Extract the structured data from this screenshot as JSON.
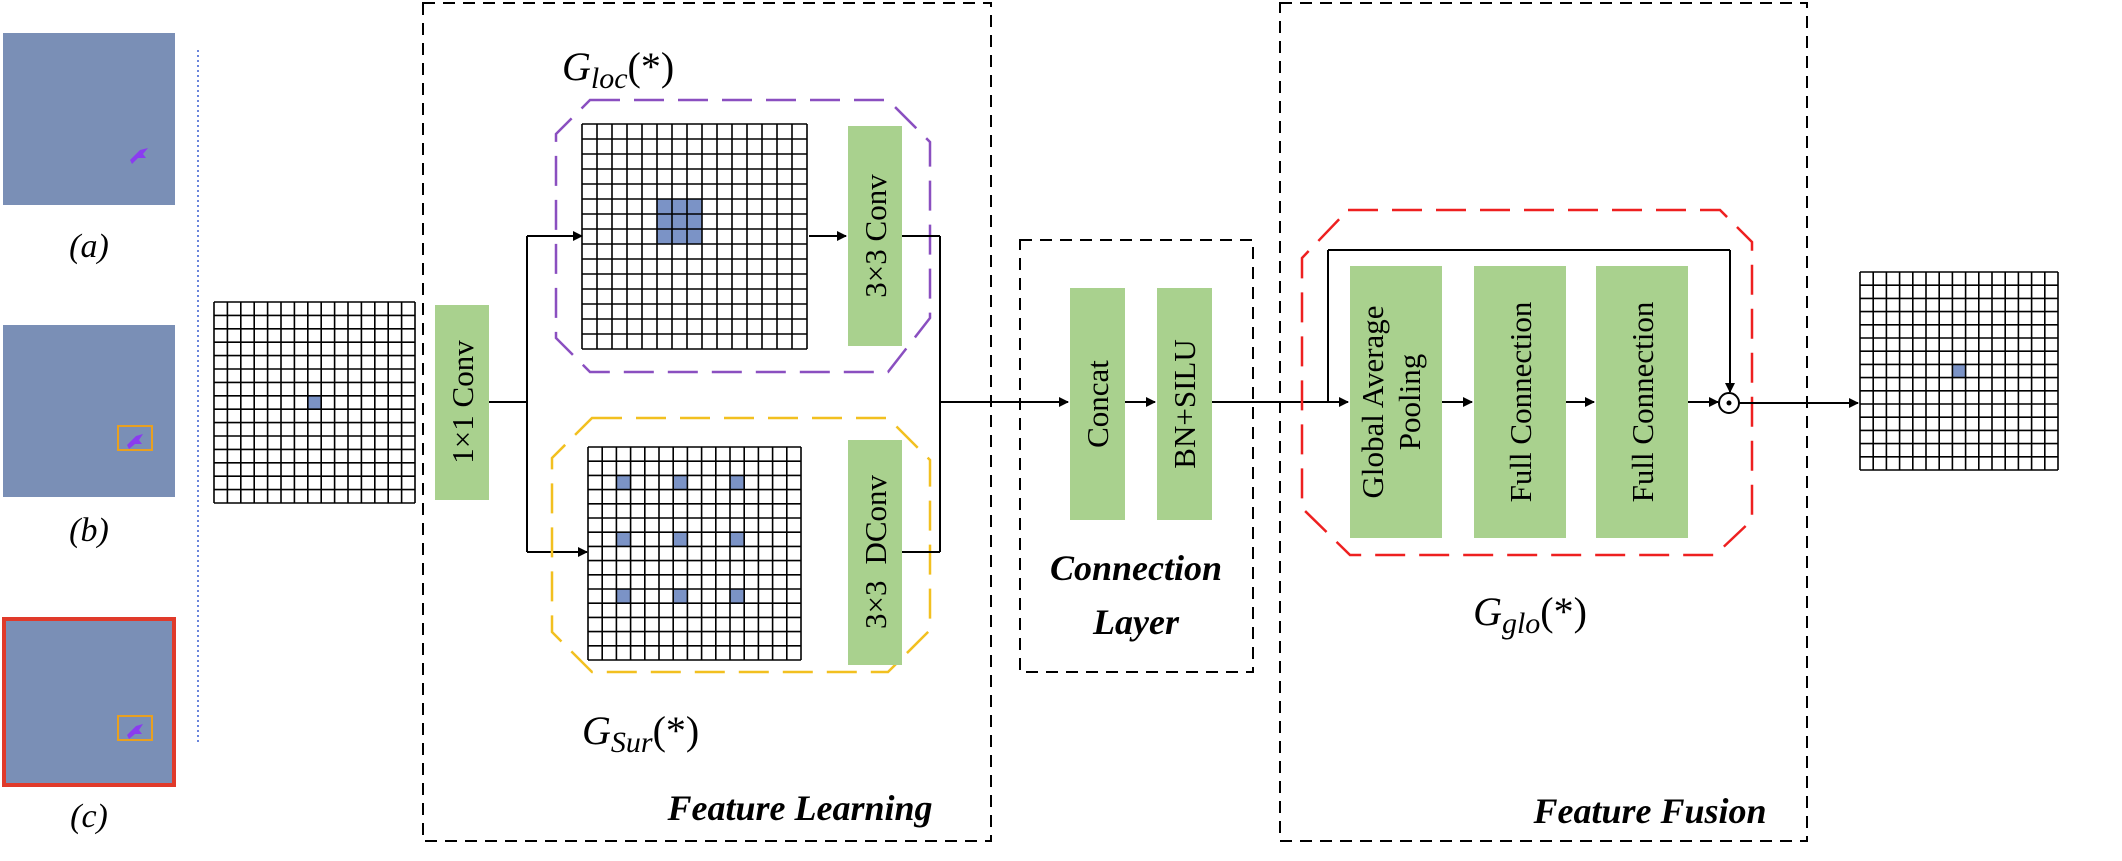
{
  "panels": [
    {
      "label": "(a)",
      "letter": "a",
      "highlighted": false,
      "show_box": false
    },
    {
      "label": "(b)",
      "letter": "b",
      "highlighted": false,
      "show_box": true
    },
    {
      "label": "(c)",
      "letter": "c",
      "highlighted": true,
      "show_box": true
    }
  ],
  "modules": {
    "conv1x1": "1×1 Conv",
    "conv3x3": "3×3 Conv",
    "dconv_a": "3×3",
    "dconv_b": "DConv",
    "concat": "Concat",
    "bn_silu": "BN+SILU",
    "gap_line1": "Global Average",
    "gap_line2": "Pooling",
    "fc1": "Full Connection",
    "fc2": "Full Connection",
    "multiply_symbol": "⊙"
  },
  "labels": {
    "g_loc_main": "G",
    "g_loc_sub": "loc",
    "g_loc_arg": "(*)",
    "g_sur_main": "G",
    "g_sur_sub": "Sur",
    "g_sur_arg": "(*)",
    "g_glo_main": "G",
    "g_glo_sub": "glo",
    "g_glo_arg": "(*)"
  },
  "sections": {
    "feature_learning": "Feature Learning",
    "connection_line1": "Connection",
    "connection_line2": "Layer",
    "feature_fusion": "Feature Fusion"
  },
  "colors": {
    "sky": "#7a8fb6",
    "block_green": "#a9d18e",
    "cell_blue": "#7b93c6",
    "bird": "#8a3cf0",
    "target_box": "#e8a020",
    "panel_border_red": "#e03a2a",
    "loc_dash": "#8a4fc0",
    "sur_dash": "#f2c020",
    "glo_dash": "#ee2020",
    "line": "#000000"
  }
}
